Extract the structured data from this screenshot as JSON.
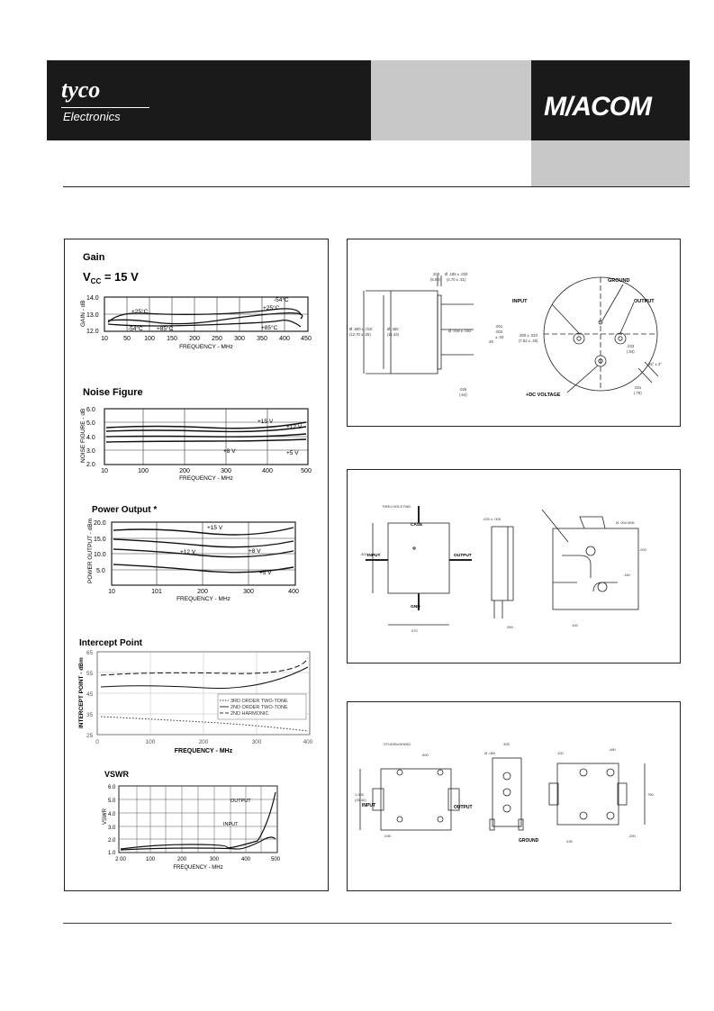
{
  "header": {
    "brand_left": "tyco",
    "brand_left_sub": "Electronics",
    "brand_right": "M/ACOM"
  },
  "charts": {
    "gain": {
      "title": "Gain",
      "vcc": "V",
      "vcc_sub": "CC",
      "vcc_val": " = 15 V",
      "ylabel": "GAIN - dB",
      "xlabel": "FREQUENCY - MHz",
      "yticks": [
        "14.0",
        "13.0",
        "12.0"
      ],
      "xticks": [
        "10",
        "50",
        "100",
        "150",
        "200",
        "250",
        "300",
        "350",
        "400",
        "450"
      ],
      "ann": [
        "-54°C",
        "+25°C",
        "-54°C",
        "+25°C",
        "+85°C",
        "+85°C"
      ]
    },
    "noise": {
      "title": "Noise Figure",
      "ylabel": "NOISE FIGURE - dB",
      "xlabel": "FREQUENCY - MHz",
      "yticks": [
        "6.0",
        "5.0",
        "4.0",
        "3.0",
        "2.0"
      ],
      "xticks": [
        "10",
        "100",
        "200",
        "300",
        "400",
        "500"
      ],
      "ann": [
        "+15 V",
        "+12 V",
        "+8 V",
        "+5 V"
      ]
    },
    "power": {
      "title": "Power Output *",
      "ylabel": "POWER OUTPUT - dBm",
      "xlabel": "FREQUENCY - MHz",
      "yticks": [
        "20.0",
        "15.0",
        "10.0",
        "5.0"
      ],
      "xticks": [
        "10",
        "101",
        "200",
        "300",
        "400"
      ],
      "ann": [
        "+15 V",
        "+12 V",
        "+8 V",
        "+5 V"
      ]
    },
    "intercept": {
      "title": "Intercept Point",
      "ylabel": "INTERCEPT POINT - dBm",
      "xlabel": "FREQUENCY - MHz",
      "yticks": [
        "65",
        "55",
        "45",
        "35",
        "25"
      ],
      "xticks": [
        "0",
        "100",
        "200",
        "300",
        "400"
      ],
      "legend": [
        "3RD ORDER TWO-TONE",
        "2ND ORDER TWO-TONE",
        "2ND HARMONIC"
      ]
    },
    "vswr": {
      "title": "VSWR",
      "ylabel": "VSWR",
      "xlabel": "FREQUENCY - MHz",
      "yticks": [
        "6.0",
        "5.0",
        "4.0",
        "3.0",
        "2.0",
        "1.0"
      ],
      "xticks": [
        "2 00",
        "100",
        "200",
        "300",
        "400",
        "500"
      ],
      "ann": [
        "OUTPUT",
        "INPUT"
      ]
    }
  },
  "outlines": {
    "to8": {
      "labels": [
        "GROUND",
        "INPUT",
        "OUTPUT",
        "+DC VOLTAGE"
      ],
      "dims": [
        ".200",
        "(5.08)",
        "Ø .185 ± .020",
        "(4.70 ± .51)",
        "Ø .500 ± .010",
        "(12.70 ± .25)",
        "Ø .450",
        "(11.43)",
        ".025",
        "(.64)",
        "Ø .018 ± .002",
        ".001",
        ".002",
        "± .03",
        ".46",
        ".300 ± .010",
        "(7.62 ± .25)",
        ".033",
        "(.84)",
        ".031",
        "(.79)",
        "45° ± 3°"
      ]
    },
    "surface": {
      "labels": [
        "CASE",
        "GND",
        "INPUT",
        "OUTPUT"
      ],
      "dims": [
        "THRU HOLE PAD",
        "Ø .004 MIN",
        ".400",
        ".470",
        ".025 ± .005",
        ".050",
        ".200",
        ".150",
        ".100"
      ]
    },
    "connector": {
      "labels": [
        "INPUT",
        "OUTPUT",
        "GROUND"
      ],
      "dims": [
        "STUD/BUSHING",
        "Ø .080",
        ".325",
        ".500",
        "1.000",
        "(25.40)",
        ".750",
        ".480",
        ".035",
        ".435",
        ".100",
        ".250"
      ]
    }
  }
}
